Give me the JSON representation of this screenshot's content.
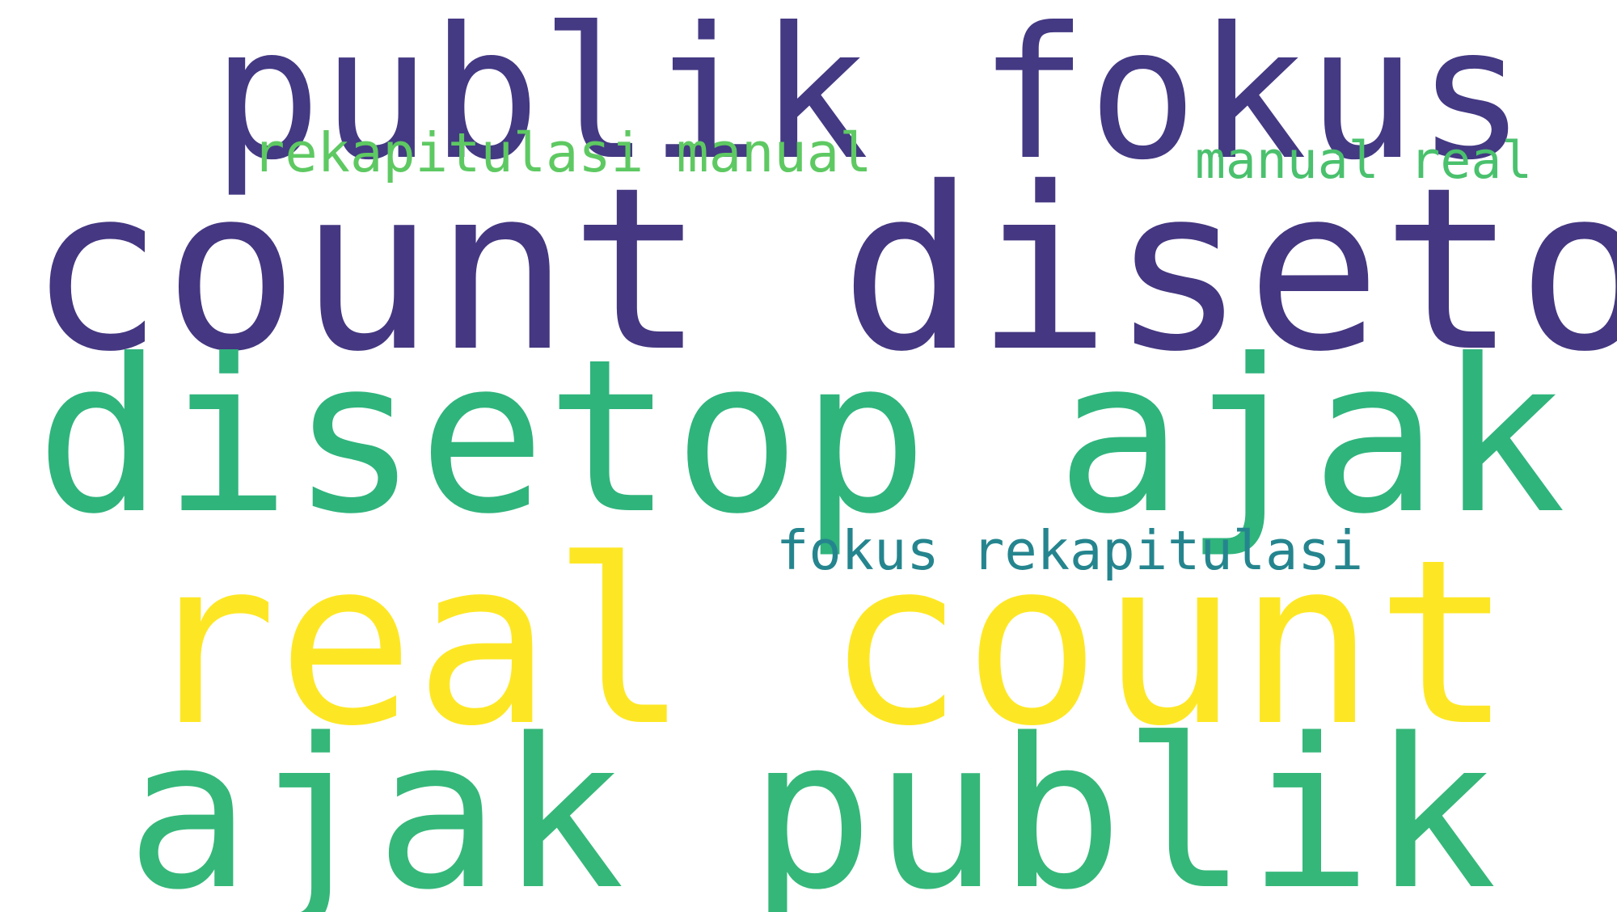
{
  "words": [
    {
      "text": "publik fokus",
      "color": "#443983"
    },
    {
      "text": "rekapitulasi manual",
      "color": "#5ec962"
    },
    {
      "text": "manual real",
      "color": "#4ac16d"
    },
    {
      "text": "count disetop",
      "color": "#453781"
    },
    {
      "text": "disetop ajak",
      "color": "#2fb47c"
    },
    {
      "text": "fokus rekapitulasi",
      "color": "#25858e"
    },
    {
      "text": "real count",
      "color": "#fde725"
    },
    {
      "text": "ajak publik",
      "color": "#35b779"
    }
  ]
}
